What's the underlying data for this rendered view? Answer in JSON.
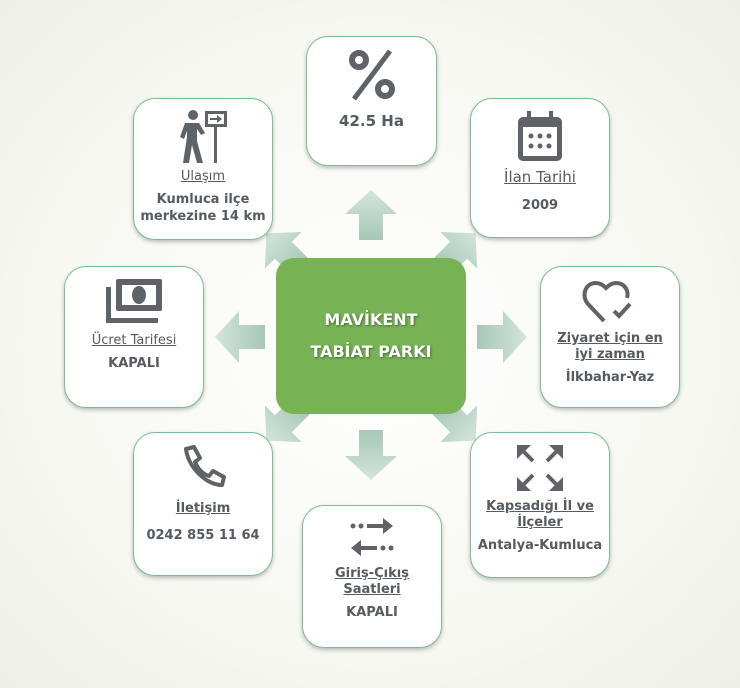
{
  "center": {
    "line1": "MAVİKENT",
    "line2": "TABİAT PARKI"
  },
  "nodes": {
    "area": {
      "icon": "percent-icon",
      "value": "42.5 Ha"
    },
    "transport": {
      "icon": "hiker-sign-icon",
      "label": "Ulaşım",
      "value": "Kumluca ilçe merkezine 14 km"
    },
    "date": {
      "icon": "calendar-icon",
      "label": "İlan Tarihi",
      "value": "2009"
    },
    "fee": {
      "icon": "money-icon",
      "label": "Ücret Tarifesi",
      "value": "KAPALI"
    },
    "visit": {
      "icon": "heart-check-icon",
      "label": "Ziyaret için en iyi zaman",
      "value": "İlkbahar-Yaz"
    },
    "contact": {
      "icon": "phone-icon",
      "label": "İletişim",
      "value": "0242 855 11 64"
    },
    "hours": {
      "icon": "exchange-arrows-icon",
      "label": "Giriş-Çıkış Saatleri",
      "value": "KAPALI"
    },
    "region": {
      "icon": "expand-icon",
      "label": "Kapsadığı İl ve İlçeler",
      "value": "Antalya-Kumluca"
    }
  },
  "colors": {
    "center": "#77b255",
    "border": "#7bbd95",
    "icon": "#5f6368"
  }
}
